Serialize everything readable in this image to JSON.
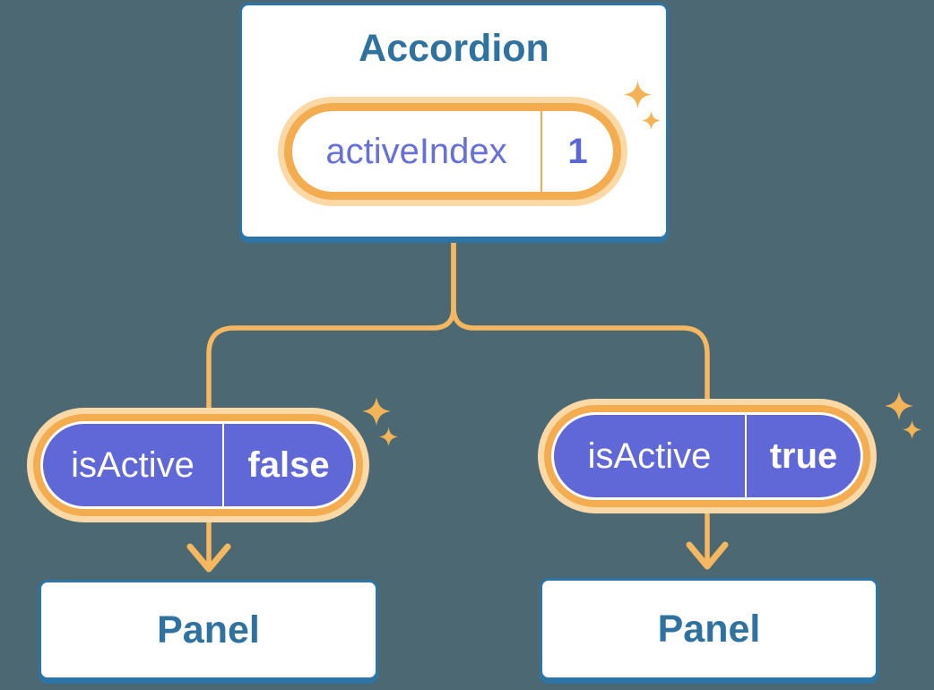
{
  "accordion": {
    "title": "Accordion",
    "prop": {
      "name": "activeIndex",
      "value": "1"
    }
  },
  "children": [
    {
      "prop": {
        "name": "isActive",
        "value": "false"
      },
      "panel": {
        "title": "Panel"
      }
    },
    {
      "prop": {
        "name": "isActive",
        "value": "true"
      },
      "panel": {
        "title": "Panel"
      }
    }
  ],
  "colors": {
    "background": "#4C6872",
    "card_border_blue": "#2E74A4",
    "card_text_blue": "#2F719F",
    "pill_ring_orange": "#F3AC4F",
    "pill_glow": "#FBD9A6",
    "pill_purple": "#6067D6",
    "purple_text": "#6770D9",
    "connector_orange": "#F5B75F",
    "sparkle_orange": "#F2B457"
  }
}
